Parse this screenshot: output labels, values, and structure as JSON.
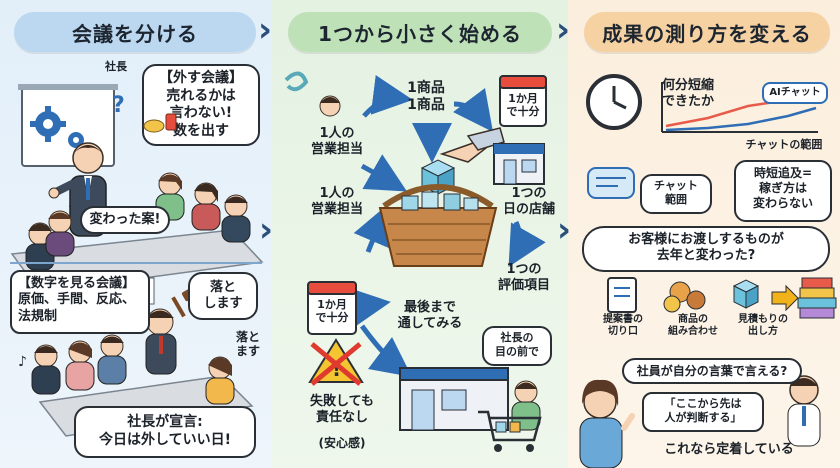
{
  "panel1": {
    "title": "会議を分ける",
    "president_label": "社長",
    "bubble_external": [
      "【外す会議】",
      "売れるかは",
      "言わない!",
      "数を出す"
    ],
    "bubble_changed": "変わった案!",
    "bubble_numbers": [
      "【数字を見る会議】",
      "原価、手間、反応、",
      "法規制"
    ],
    "drop1": "落と\nします",
    "drop2": "落と\nます",
    "declare": [
      "社長が宣言:",
      "今日は外していい日!"
    ]
  },
  "panel2": {
    "title": "1つから小さく始める",
    "one_sales_1": "1人の\n営業担当",
    "one_product": "1商品\n1商品",
    "one_month_1": "1か月\nで十分",
    "one_store": "1つの\n日の店舗",
    "one_sales_2": "1人の\n営業担当",
    "one_eval": "1つの\n評価項目",
    "one_month_2": "1か月\nで十分",
    "try_through": "最後まで\n通してみる",
    "in_front": "社長の\n目の前で",
    "no_blame": "失敗しても\n責任なし",
    "relief": "(安心感)"
  },
  "panel3": {
    "title": "成果の測り方を変える",
    "how_much": "何分短縮\nできたか",
    "ai_chat": "AIチャット",
    "chat_range": "チャットの範囲",
    "chat_range_2": "チャット\n範囲",
    "pursuit": "時短追及=\n稼ぎ方は\n変わらない",
    "question": "お客様にお渡しするものが\n去年と変わった?",
    "items": [
      "提案書の\n切り口",
      "商品の\n組み合わせ",
      "見積もりの\n出し方"
    ],
    "own_words": "社員が自分の言葉で言える?",
    "quote": "「ここから先は\n人が判断する」",
    "settled": "これなら定着している"
  },
  "colors": {
    "blue_title": "#bcd8f1",
    "green_title": "#bfe1b8",
    "orange_title": "#f6d2a2",
    "arrow_blue": "#2f6db5"
  }
}
